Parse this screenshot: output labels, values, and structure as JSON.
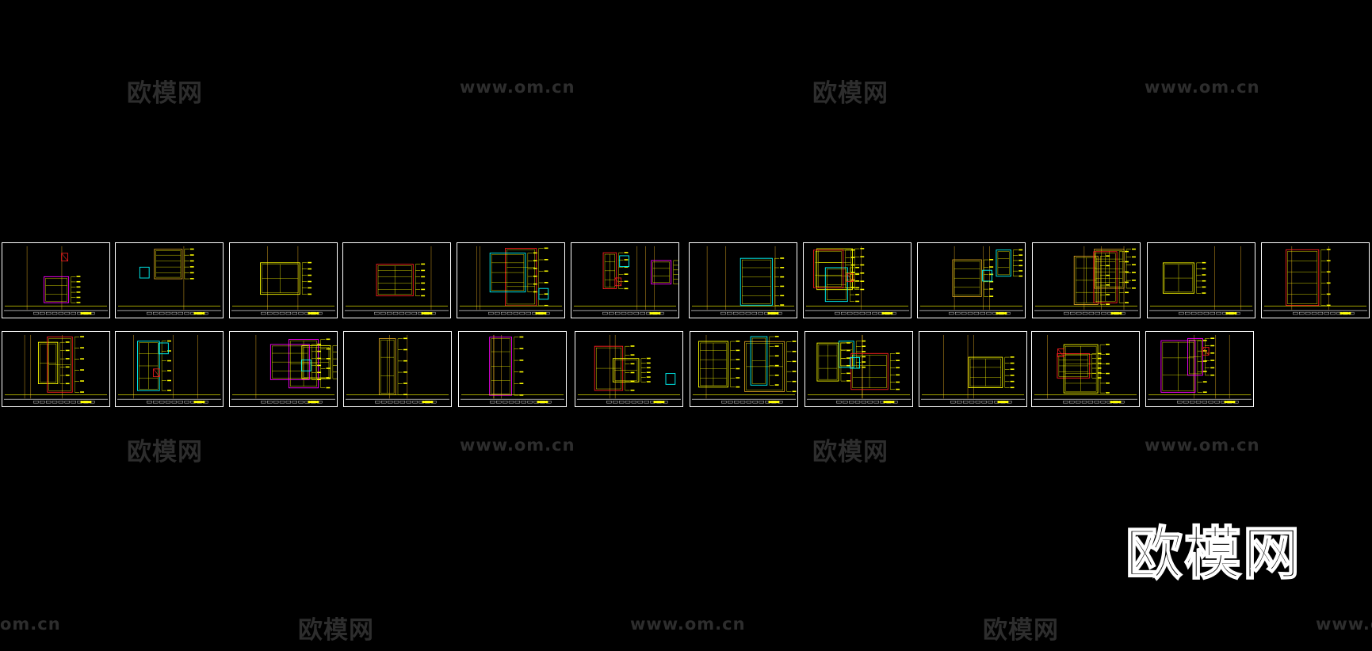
{
  "watermarks": {
    "brand_cn": "欧模网",
    "url": "www.om.cn",
    "url_partial_left": "om.cn",
    "url_partial_right": "www.c"
  },
  "logo": {
    "text": "欧模网"
  },
  "colors": {
    "background": "#000000",
    "frame": "#ffffff",
    "yellow": "#ffff00",
    "cyan": "#00ffff",
    "red": "#ff2020",
    "magenta": "#ff00ff",
    "green": "#00ff00",
    "orange": "#d4a020",
    "watermark": "#2d2d2d"
  },
  "sheets": {
    "row1_count": 12,
    "row2_count": 11
  }
}
